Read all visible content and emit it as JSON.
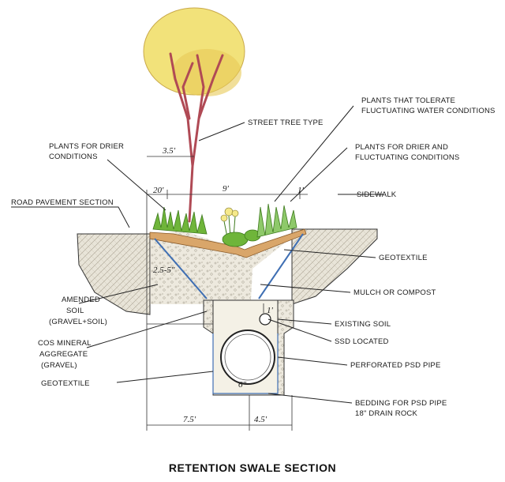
{
  "title": "RETENTION SWALE SECTION",
  "labels": {
    "street_tree": "STREET TREE TYPE",
    "plants_tolerate_1": "PLANTS THAT TOLERATE",
    "plants_tolerate_2": "FLUCTUATING WATER CONDITIONS",
    "plants_drier_left_1": "PLANTS FOR DRIER",
    "plants_drier_left_2": "CONDITIONS",
    "plants_drier_right_1": "PLANTS FOR DRIER AND",
    "plants_drier_right_2": "FLUCTUATING CONDITIONS",
    "road_pavement": "ROAD PAVEMENT SECTION",
    "sidewalk": "SIDEWALK",
    "geotextile_right": "GEOTEXTILE",
    "mulch": "MULCH OR COMPOST",
    "amended_1": "AMENDED",
    "amended_2": "SOIL",
    "amended_3": "(GRAVEL+SOIL)",
    "existing_soil": "EXISTING SOIL",
    "ssd_located": "SSD LOCATED",
    "cos_1": "COS MINERAL",
    "cos_2": "AGGREGATE",
    "cos_3": "(GRAVEL)",
    "perforated": "PERFORATED PSD PIPE",
    "geotextile_left": "GEOTEXTILE",
    "bedding_1": "BEDDING FOR PSD PIPE",
    "bedding_2": "18\" DRAIN ROCK"
  },
  "dimensions": {
    "d_3_5": "3.5'",
    "d_20": "20'",
    "d_9": "9'",
    "d_1_top": "1'",
    "d_2_5": "2.5-5\"",
    "d_1_pipe": "1'",
    "d_6": "6\"",
    "d_7_5": "7.5'",
    "d_4_5": "4.5'"
  },
  "colors": {
    "tree_foliage": "#f2e27a",
    "tree_trunk": "#b04a55",
    "plants_green": "#6fb53a",
    "swale_fill": "#f7f0c8",
    "channel_blue": "#3f6fb3",
    "soil_pattern": "#c9c2b0"
  }
}
